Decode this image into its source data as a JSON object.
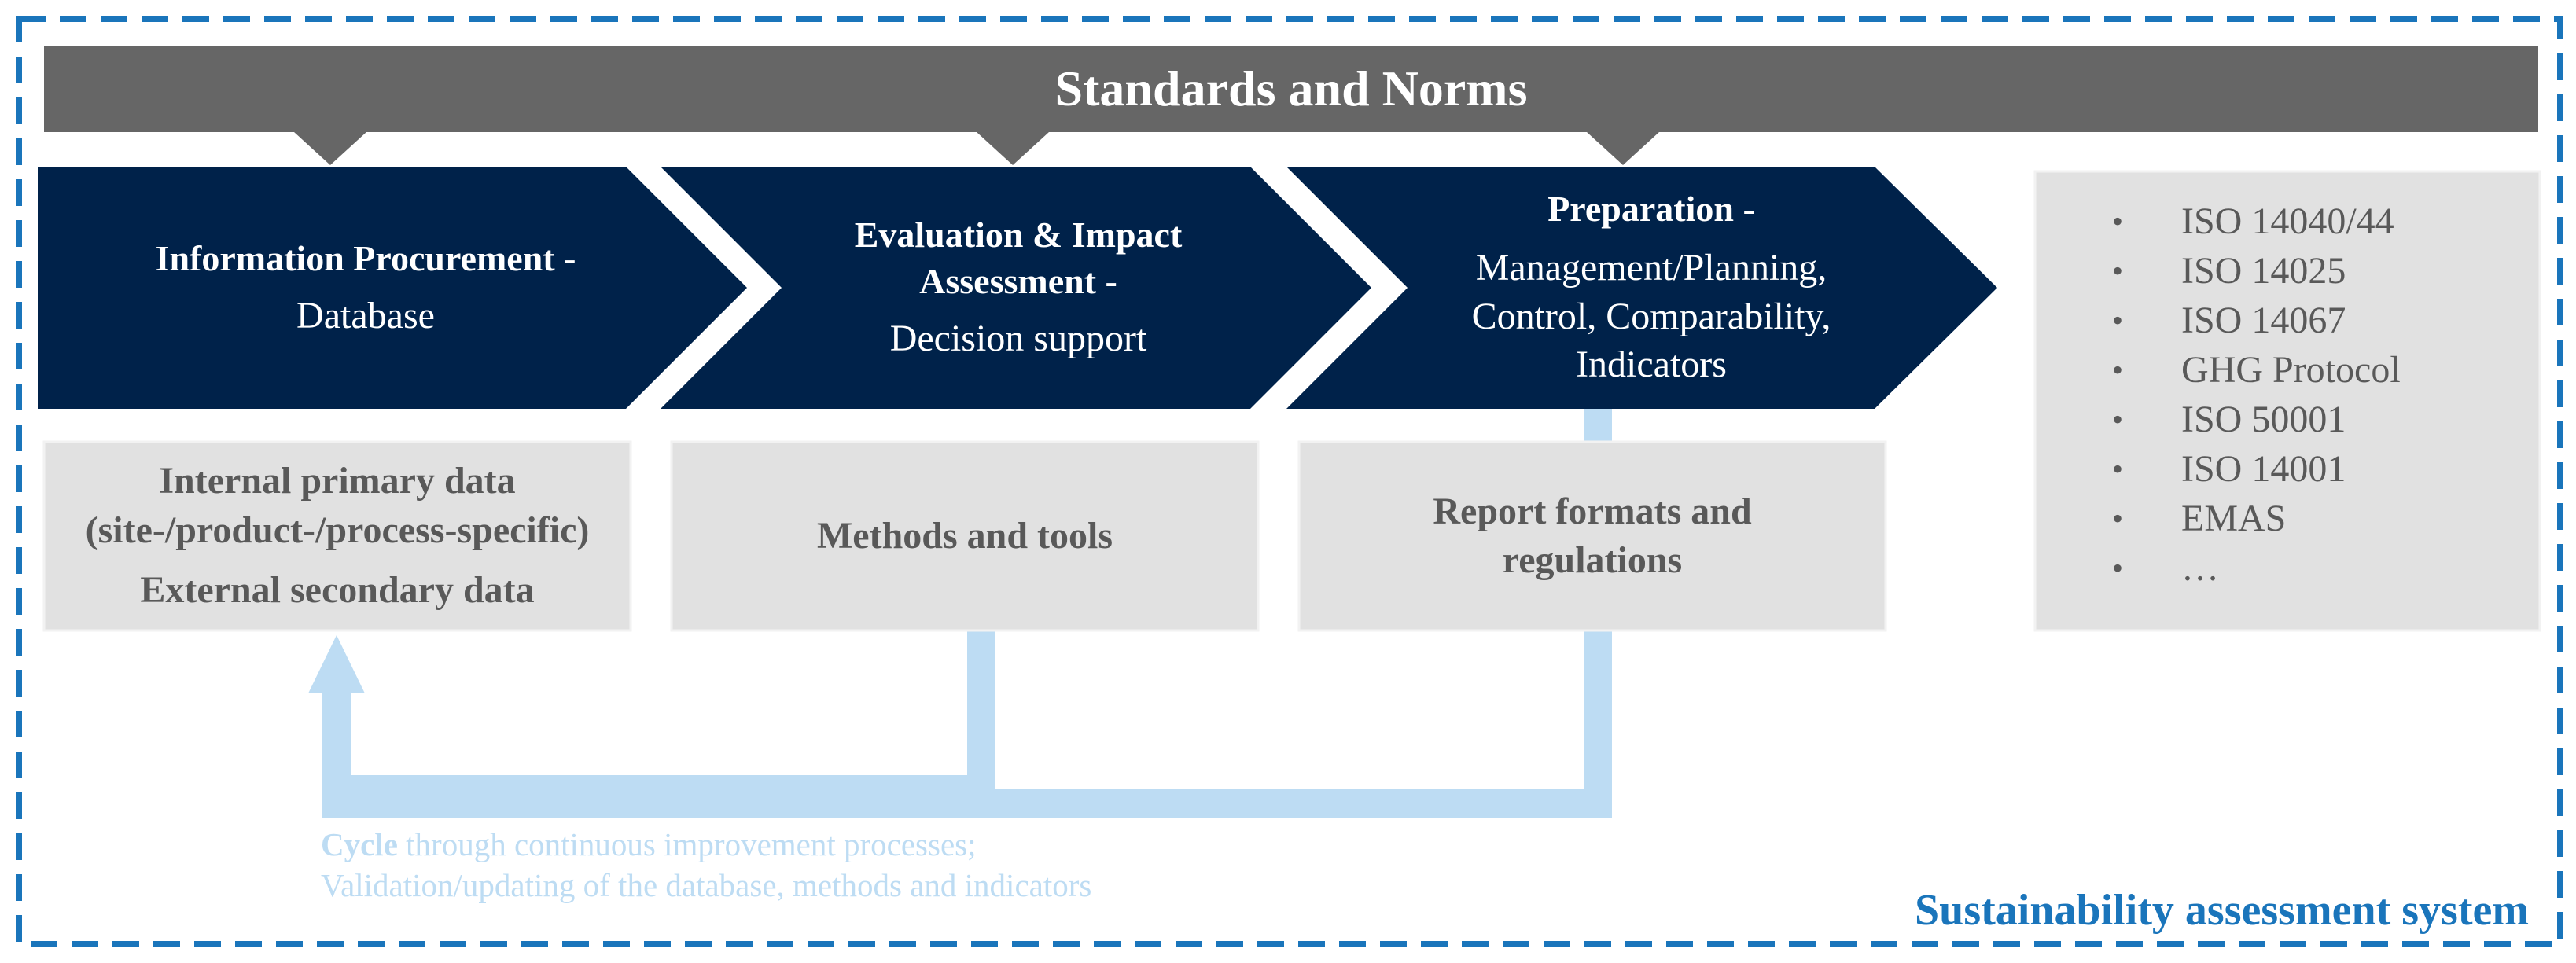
{
  "title": "Standards and Norms",
  "stages": [
    {
      "title": "Information Procurement -",
      "subtitle": "Database"
    },
    {
      "title": "Evaluation & Impact Assessment -",
      "subtitle": "Decision support"
    },
    {
      "title": "Preparation -",
      "subtitle": "Management/Planning, Control, Comparability, Indicators"
    }
  ],
  "boxes": [
    {
      "line1": "Internal primary data (site-/product-/process-specific)",
      "line2": "External secondary data"
    },
    {
      "line1": "Methods and tools"
    },
    {
      "line1": "Report formats and regulations"
    }
  ],
  "standards": [
    "ISO 14040/44",
    "ISO 14025",
    "ISO 14067",
    "GHG Protocol",
    "ISO 50001",
    "ISO 14001",
    "EMAS",
    "…"
  ],
  "bullet": "•",
  "cycle": {
    "bold": "Cycle",
    "rest": " through continuous improvement processes;",
    "line2": "Validation/updating of the database, methods and indicators"
  },
  "system_label": "Sustainability assessment system",
  "colors": {
    "frame": "#1a75bb",
    "banner": "#666666",
    "stage": "#00224a",
    "box": "#e1e1e1",
    "cycle_arrow": "#bddcf3",
    "text_grey": "#595959"
  }
}
